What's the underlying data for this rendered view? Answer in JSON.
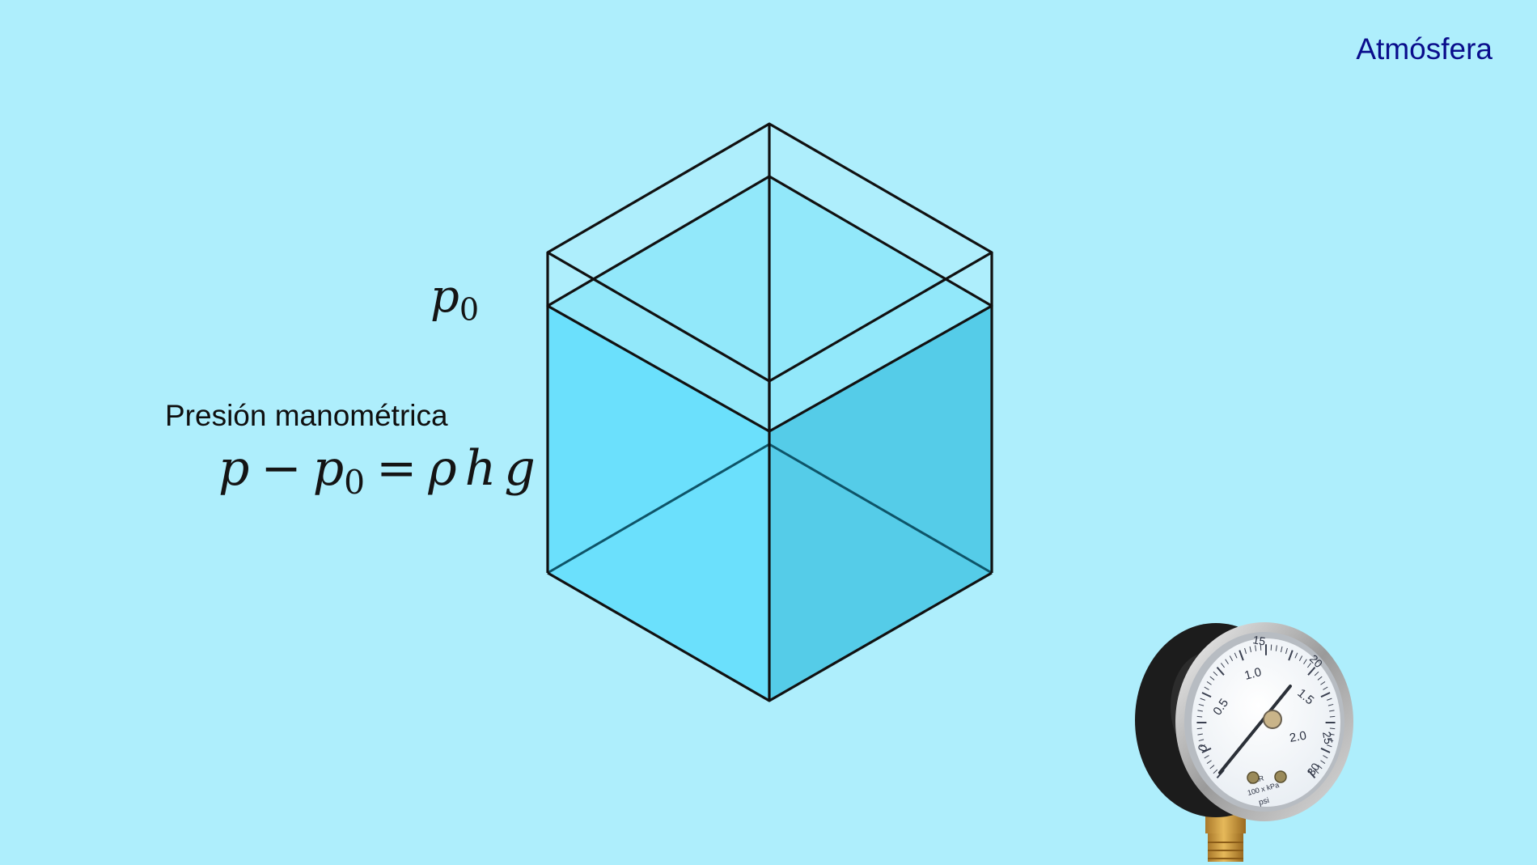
{
  "header": {
    "atmosphere_label": "Atmósfera"
  },
  "diagram": {
    "surface_pressure_symbol": "p",
    "surface_pressure_subscript": "0",
    "gauge_pressure_label": "Presión manométrica",
    "formula": {
      "lhs_p": "p",
      "minus": "−",
      "p0_symbol": "p",
      "p0_subscript": "0",
      "equals": "=",
      "rho": "ρ",
      "h": "h",
      "g": "g"
    }
  },
  "pressure_gauge": {
    "icon": "pressure-gauge-icon",
    "inner_scale": [
      "0",
      "0.5",
      "1.0",
      "1.5",
      "2.0"
    ],
    "outer_scale": [
      "15",
      "20",
      "25",
      "30"
    ],
    "unit_line_1": "BAR",
    "unit_line_2": "100 x kPa",
    "unit_line_3": "psi"
  },
  "colors": {
    "background": "#aeeefc",
    "water_front_left": "#6be0fc",
    "water_front_right": "#55cce8",
    "water_top": "#92e8fa",
    "atmosphere_text": "#0a0d8c",
    "edges": "#111111"
  }
}
